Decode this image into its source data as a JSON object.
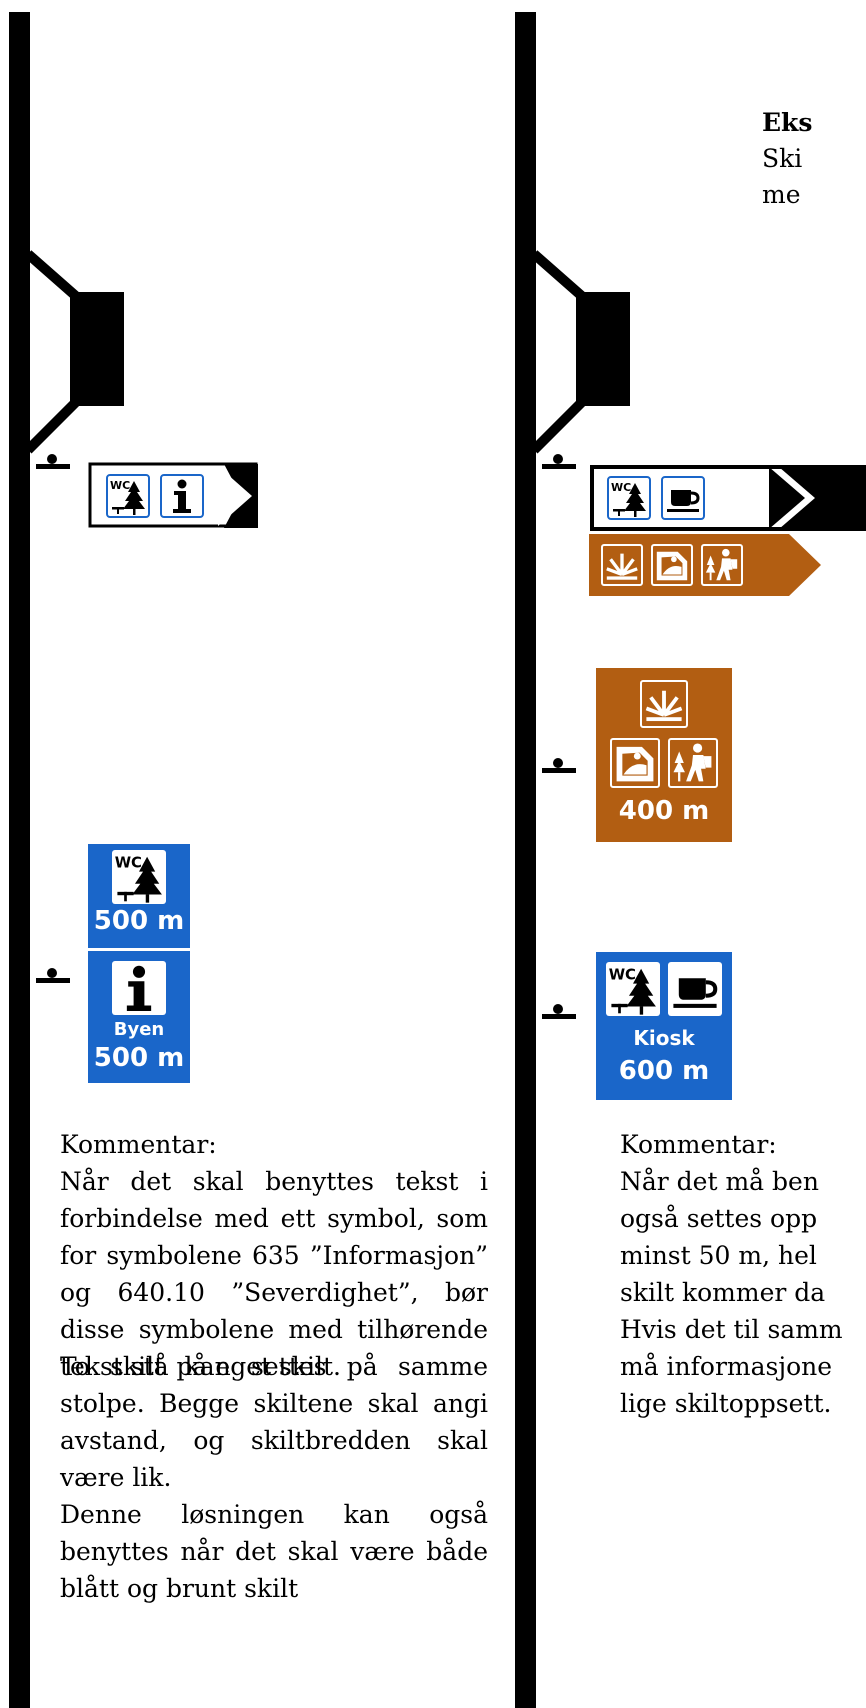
{
  "left": {
    "sign_500_wc": "500 m",
    "sign_info_place": "Byen",
    "sign_info_dist": "500 m",
    "comment_heading": "Kommentar:",
    "comment_p1": "Når det skal benyttes tekst i forbindelse med ett symbol, som for symbolene 635 ”Informasjon” og 640.10 ”Severdighet”, bør disse symbolene med tilhørende tekst stå på eget skilt.",
    "comment_p2": "To skilt kan settes på samme stolpe. Begge skiltene skal angi avstand, og skiltbredden skal være lik.",
    "comment_p3": "Denne løsningen kan også benyttes når det skal være både blått og brunt skilt"
  },
  "right": {
    "example_heading": "Eks",
    "example_line1": "Ski",
    "example_line2": "me",
    "sign_brown_dist": "400 m",
    "sign_kiosk_label": "Kiosk",
    "sign_kiosk_dist": "600 m",
    "comment_heading": "Kommentar:",
    "comment_lines": [
      "Når det må ben",
      "også settes opp",
      "minst 50 m, hel",
      "skilt kommer da",
      "Hvis det til samm",
      "må informasjone",
      "lige skiltoppsett."
    ]
  },
  "icons": [
    "wc-rest-area-icon",
    "information-icon",
    "cafe-icon",
    "attraction-icon",
    "ski-area-icon",
    "hiking-icon"
  ],
  "colors": {
    "blue": "#1a66c9",
    "brown": "#b25e12",
    "road": "#000000"
  }
}
